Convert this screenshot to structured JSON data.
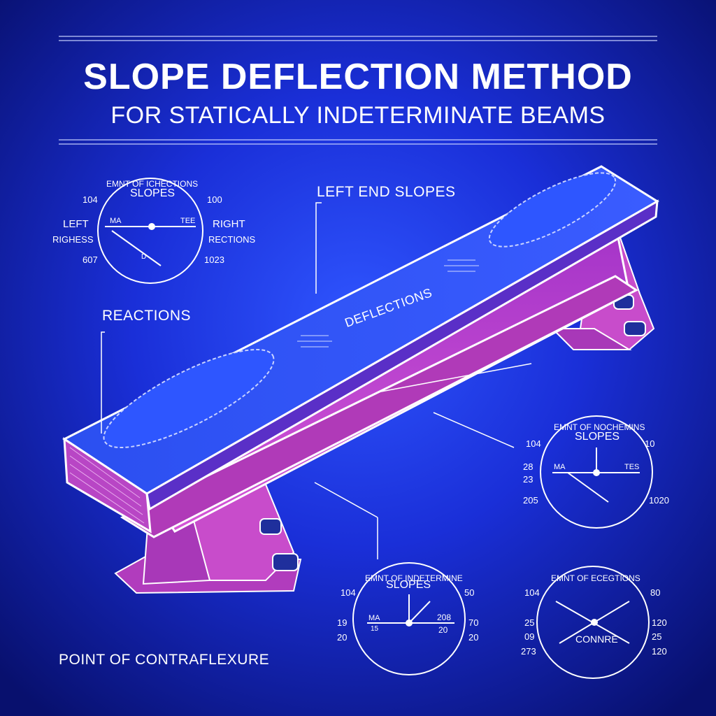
{
  "title": "SLOPE DEFLECTION METHOD",
  "subtitle": "FOR STATICALLY INDETERMINATE BEAMS",
  "labels": {
    "left_end_slopes": "LEFT END SLOPES",
    "reactions": "REACTIONS",
    "deflections": "DEFLECTIONS",
    "point_of_contraflexure": "POINT OF CONTRAFLEXURE"
  },
  "gauges": [
    {
      "caption": "EMNT OF ICHECTIONS",
      "title": "SLOPES",
      "left_top": "104",
      "right_top": "100",
      "left_mid": "LEFT",
      "right_mid": "RIGHT",
      "left_mid2": "RIGHESS",
      "right_mid2": "RECTIONS",
      "left_bottom": "607",
      "right_bottom": "1023",
      "needle_left": "MA",
      "needle_right": "TEE",
      "needle_small": "D"
    },
    {
      "caption": "EMNT OF NOCHEMINS",
      "title": "SLOPES",
      "left_top": "104",
      "right_top": "10",
      "left_mid": "28",
      "left_mid2": "23",
      "left_bottom": "205",
      "right_bottom": "1020",
      "needle_left": "MA",
      "needle_right": "TES"
    },
    {
      "caption": "EMNT OF INDETERMINE",
      "title": "SLOPES",
      "left_top": "104",
      "right_top": "50",
      "left_mid": "19",
      "right_mid": "70",
      "left_bottom": "20",
      "right_bottom": "20",
      "needle_left": "MA",
      "needle_small": "15",
      "needle_right": "208",
      "needle_right2": "20"
    },
    {
      "caption": "EMNT OF ECEGTIONS",
      "title": "CONNRE",
      "left_top": "104",
      "right_top": "80",
      "left_mid": "25",
      "left_mid2": "09",
      "left_bottom": "273",
      "right_mid": "120",
      "right_mid2": "25",
      "right_bottom": "120"
    }
  ],
  "colors": {
    "background": "#0a1480",
    "background_glow": "#2b4cff",
    "beam_top": "#2a49e0",
    "beam_web": "#c23cc4",
    "beam_accent": "#d257d6",
    "outline": "#ffffff"
  }
}
